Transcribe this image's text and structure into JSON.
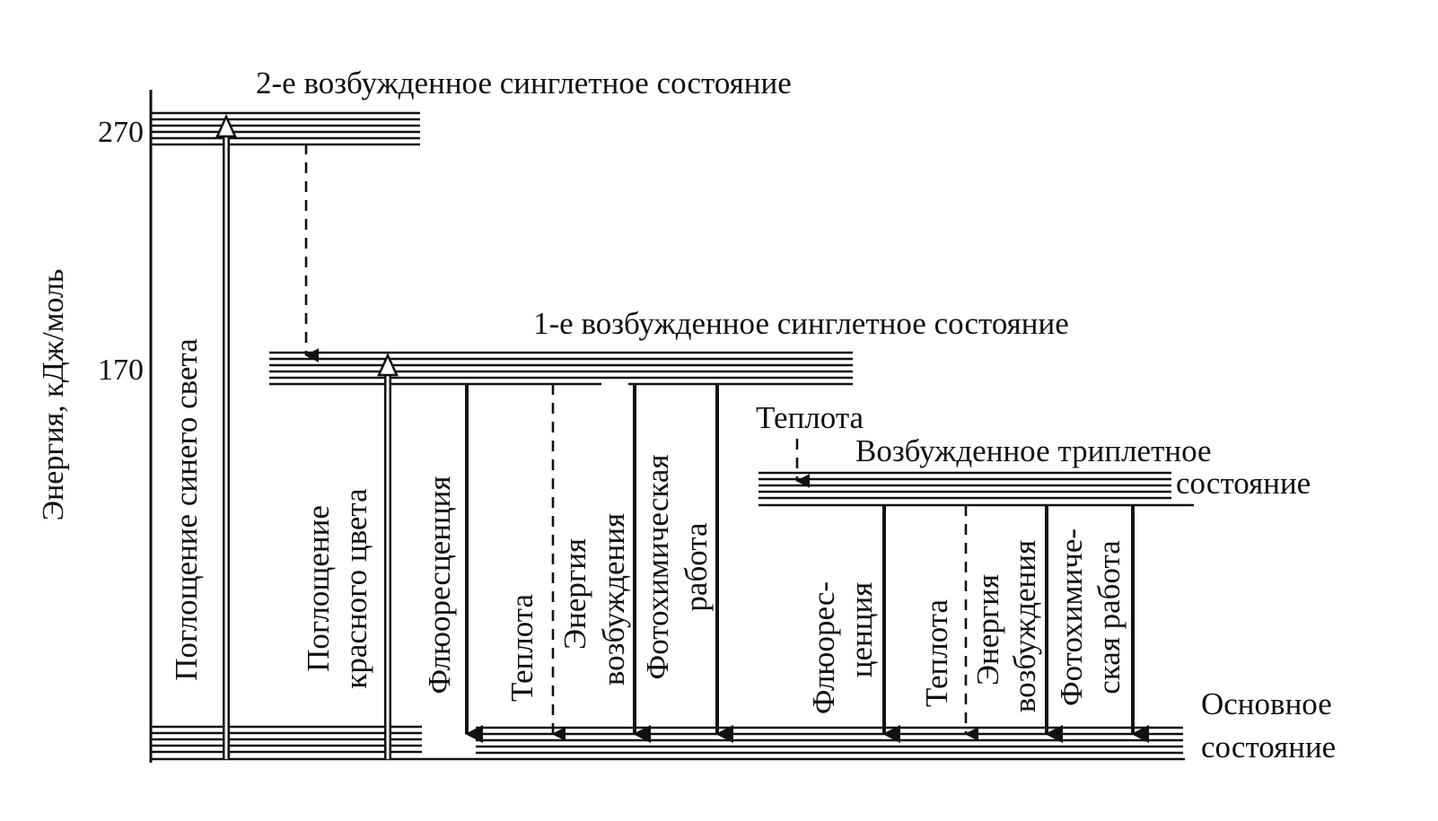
{
  "axis": {
    "label": "Энергия, кДж/моль",
    "ticks": [
      {
        "label": "270",
        "value": 270
      },
      {
        "label": "170",
        "value": 170
      }
    ]
  },
  "states": {
    "singlet2": {
      "label": "2-е возбужденное синглетное состояние"
    },
    "singlet1": {
      "label": "1-е возбужденное синглетное состояние"
    },
    "triplet": {
      "label_line1": "Возбужденное триплетное",
      "label_line2": "состояние"
    },
    "ground": {
      "label_line1": "Основное",
      "label_line2": "состояние"
    }
  },
  "transitions": {
    "blue_absorption": "Поглощение синего света",
    "red_absorption_line1": "Поглощение",
    "red_absorption_line2": "красного цвета",
    "heat_to_triplet": "Теплота",
    "s1": {
      "fluorescence": "Флюоресценция",
      "heat": "Теплота",
      "excitation_energy_line1": "Энергия",
      "excitation_energy_line2": "возбуждения",
      "photochem_line1": "Фотохимическая",
      "photochem_line2": "работа"
    },
    "t1": {
      "fluorescence_line1": "Флюорес-",
      "fluorescence_line2": "ценция",
      "heat": "Теплота",
      "excitation_energy_line1": "Энергия",
      "excitation_energy_line2": "возбуждения",
      "photochem_line1": "Фотохимиче-",
      "photochem_line2": "ская работа"
    }
  }
}
